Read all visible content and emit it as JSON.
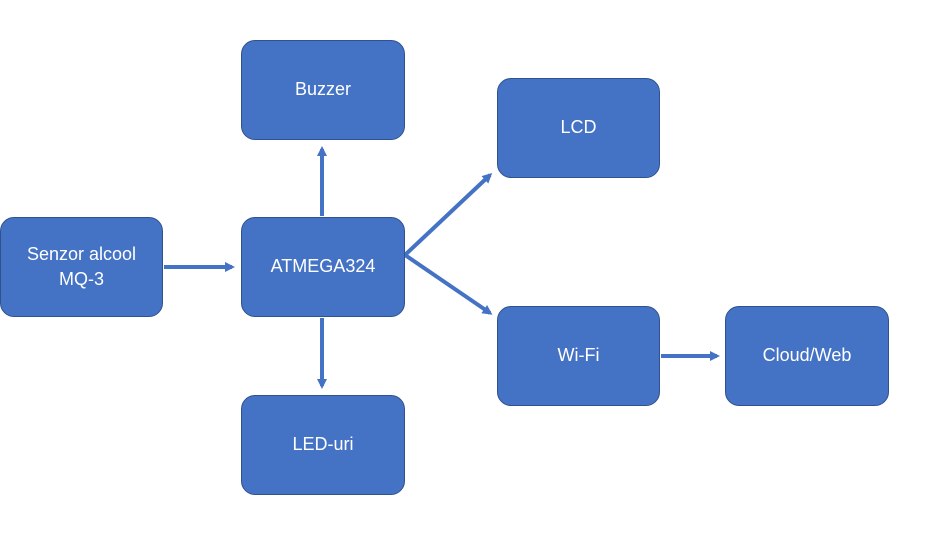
{
  "colors": {
    "node_fill": "#4472c4",
    "node_border": "#2f528f",
    "arrow": "#4472c4",
    "text": "#ffffff"
  },
  "nodes": {
    "senzor": "Senzor alcool\nMQ-3",
    "atmega": "ATMEGA324",
    "buzzer": "Buzzer",
    "led": "LED-uri",
    "lcd": "LCD",
    "wifi": "Wi-Fi",
    "cloud": "Cloud/Web"
  },
  "edges": [
    {
      "from": "senzor",
      "to": "atmega"
    },
    {
      "from": "atmega",
      "to": "buzzer"
    },
    {
      "from": "atmega",
      "to": "led"
    },
    {
      "from": "atmega",
      "to": "lcd"
    },
    {
      "from": "atmega",
      "to": "wifi"
    },
    {
      "from": "wifi",
      "to": "cloud"
    }
  ]
}
